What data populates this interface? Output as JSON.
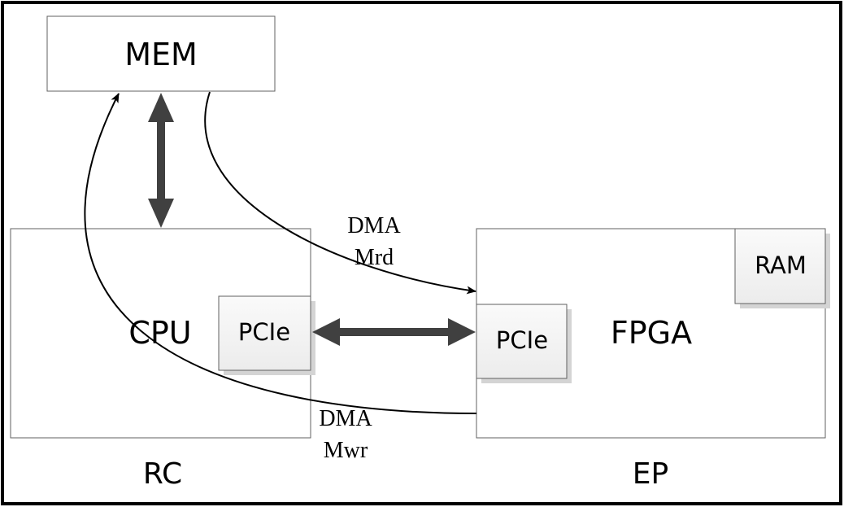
{
  "diagram": {
    "mem_label": "MEM",
    "cpu_label": "CPU",
    "rc_pcie_label": "PCIe",
    "ep_pcie_label": "PCIe",
    "fpga_label": "FPGA",
    "ram_label": "RAM",
    "rc_label": "RC",
    "ep_label": "EP",
    "dma_mrd_line1": "DMA",
    "dma_mrd_line2": "Mrd",
    "dma_mwr_line1": "DMA",
    "dma_mwr_line2": "Mwr"
  },
  "colors": {
    "border": "#000000",
    "box_stroke": "#555555",
    "thick_arrow": "#404040",
    "shadow": "#d0d0d0",
    "pcie_fill": "#f2f2f2"
  }
}
